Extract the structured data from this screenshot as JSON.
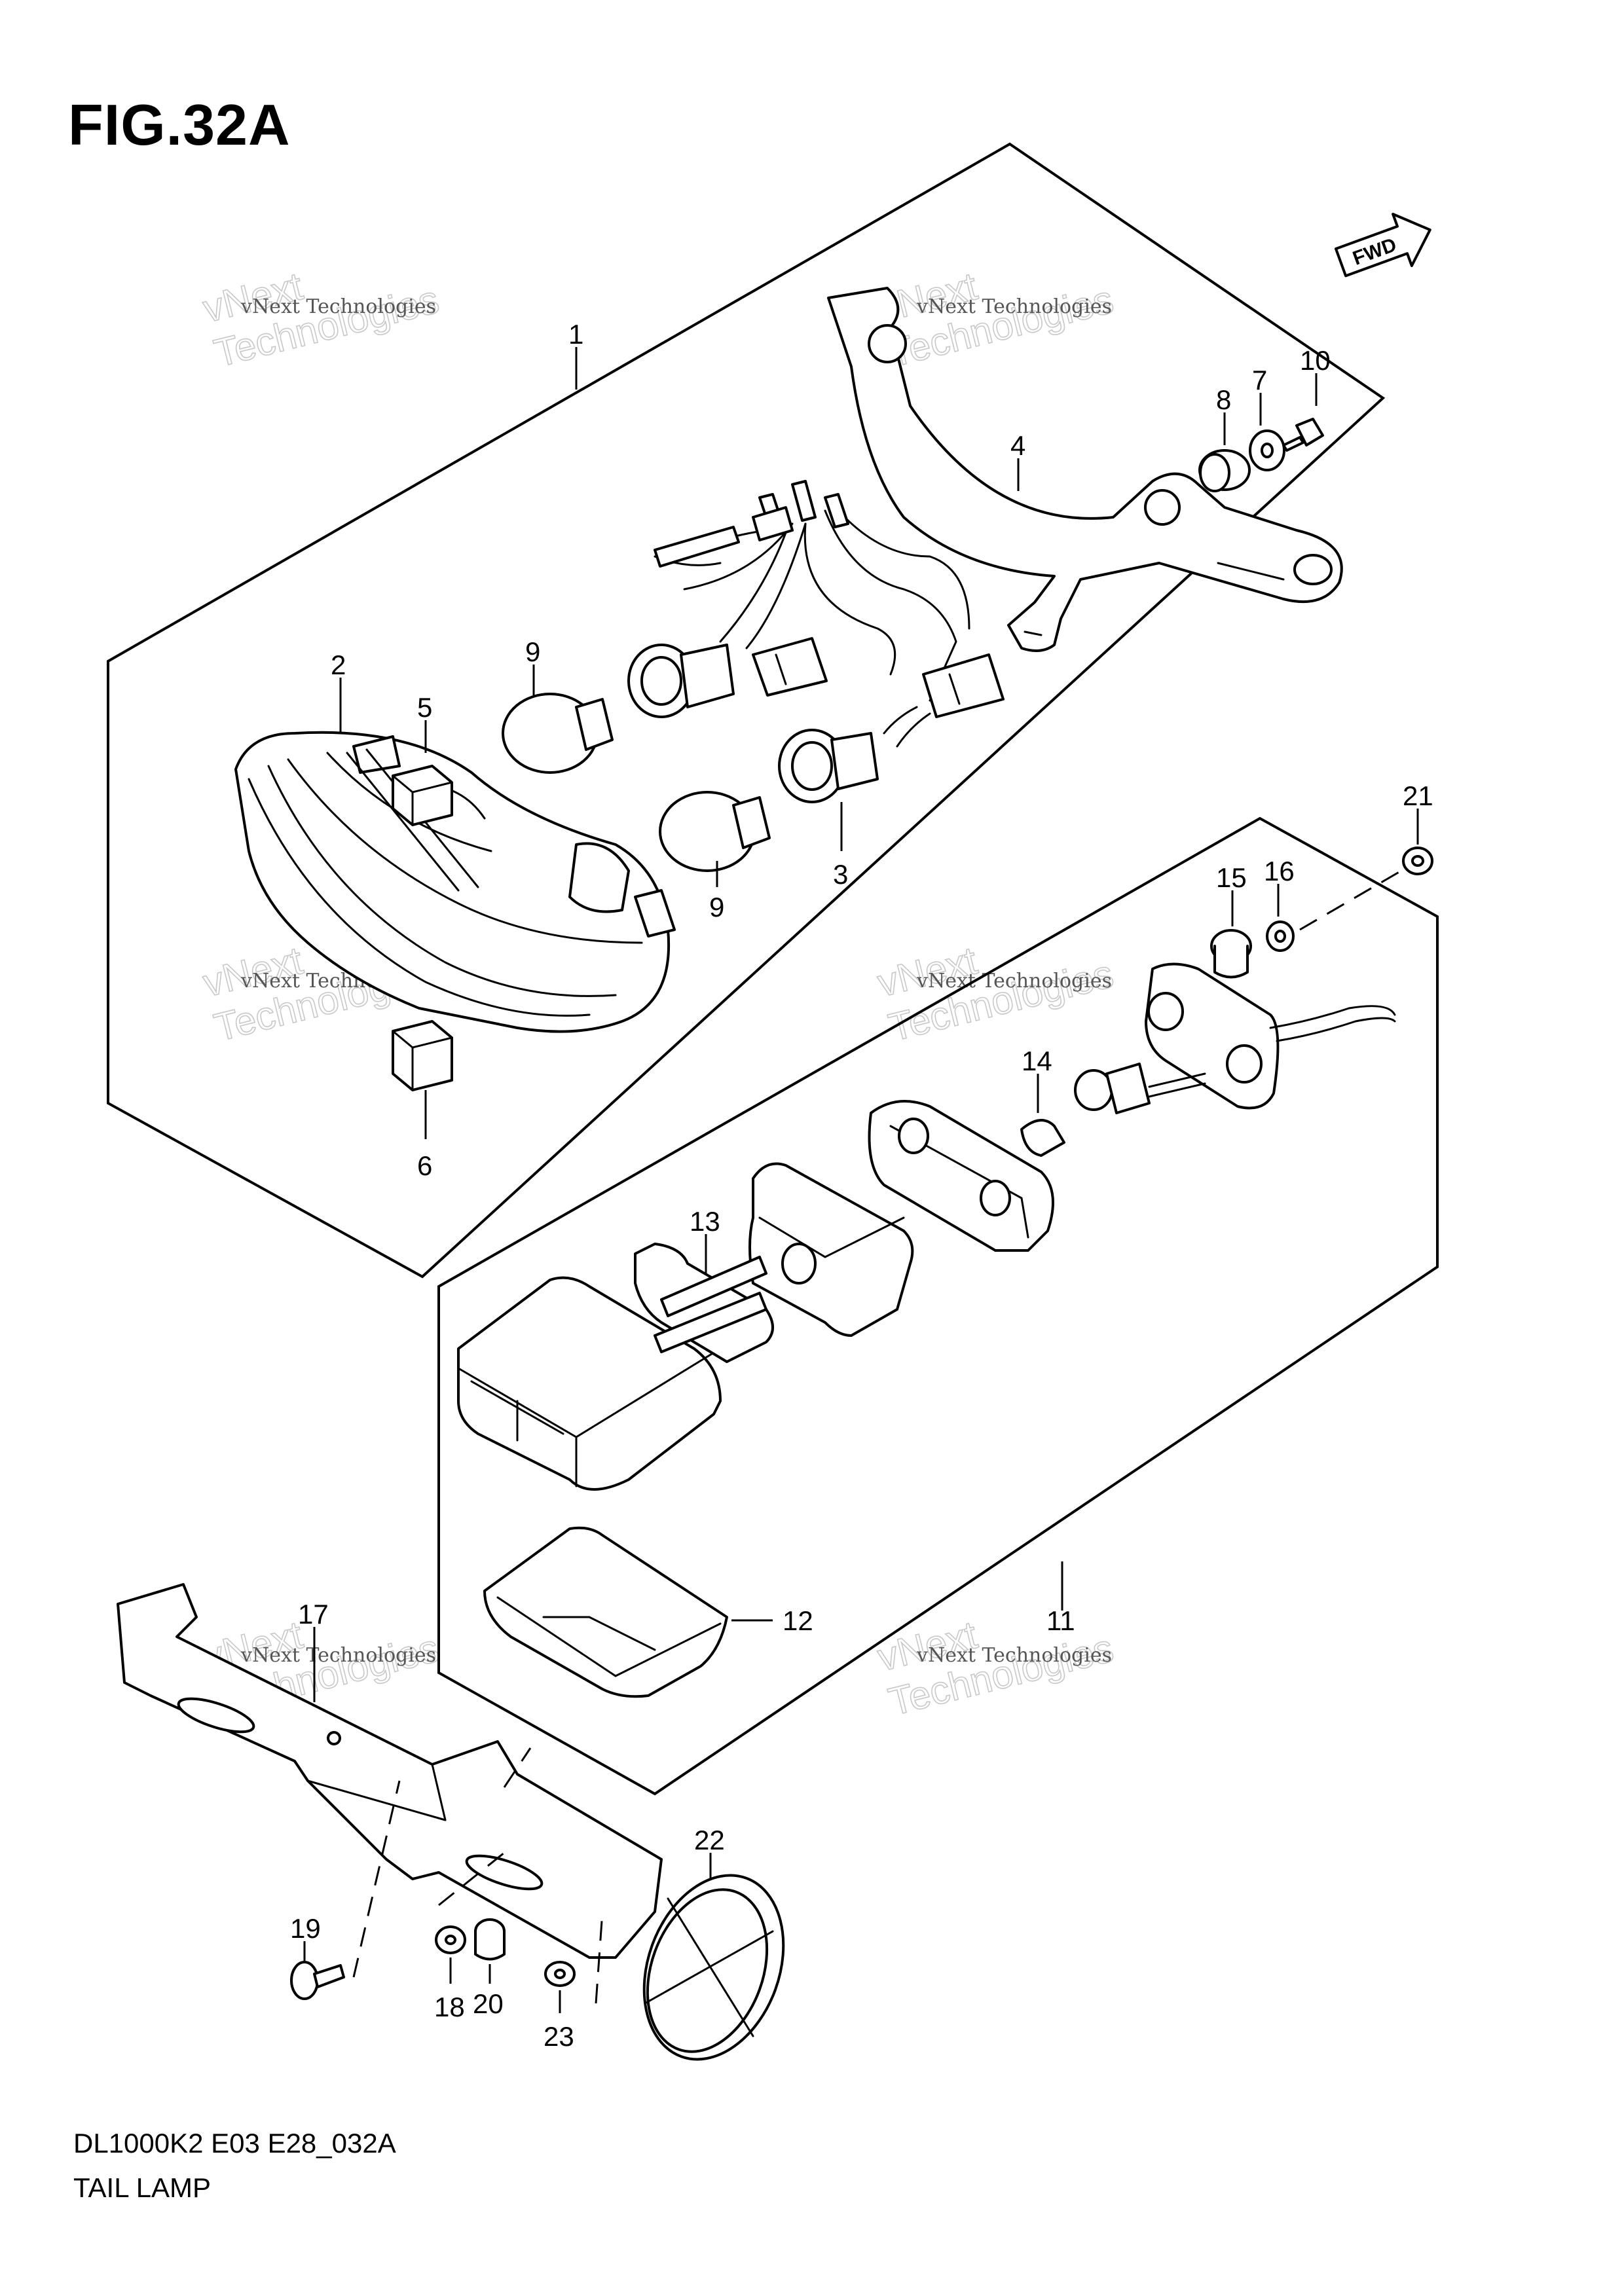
{
  "figure": {
    "title": "FIG.32A",
    "model_code": "DL1000K2 E03 E28_032A",
    "name": "TAIL LAMP",
    "fwd_badge": "FWD"
  },
  "watermark": {
    "line1": "vNext Technologies",
    "line2": "vNext",
    "line3": "Technologies"
  },
  "callouts": [
    "1",
    "2",
    "3",
    "4",
    "5",
    "6",
    "7",
    "8",
    "9",
    "9",
    "10",
    "11",
    "12",
    "13",
    "14",
    "15",
    "16",
    "17",
    "18",
    "19",
    "20",
    "21",
    "22",
    "23"
  ]
}
